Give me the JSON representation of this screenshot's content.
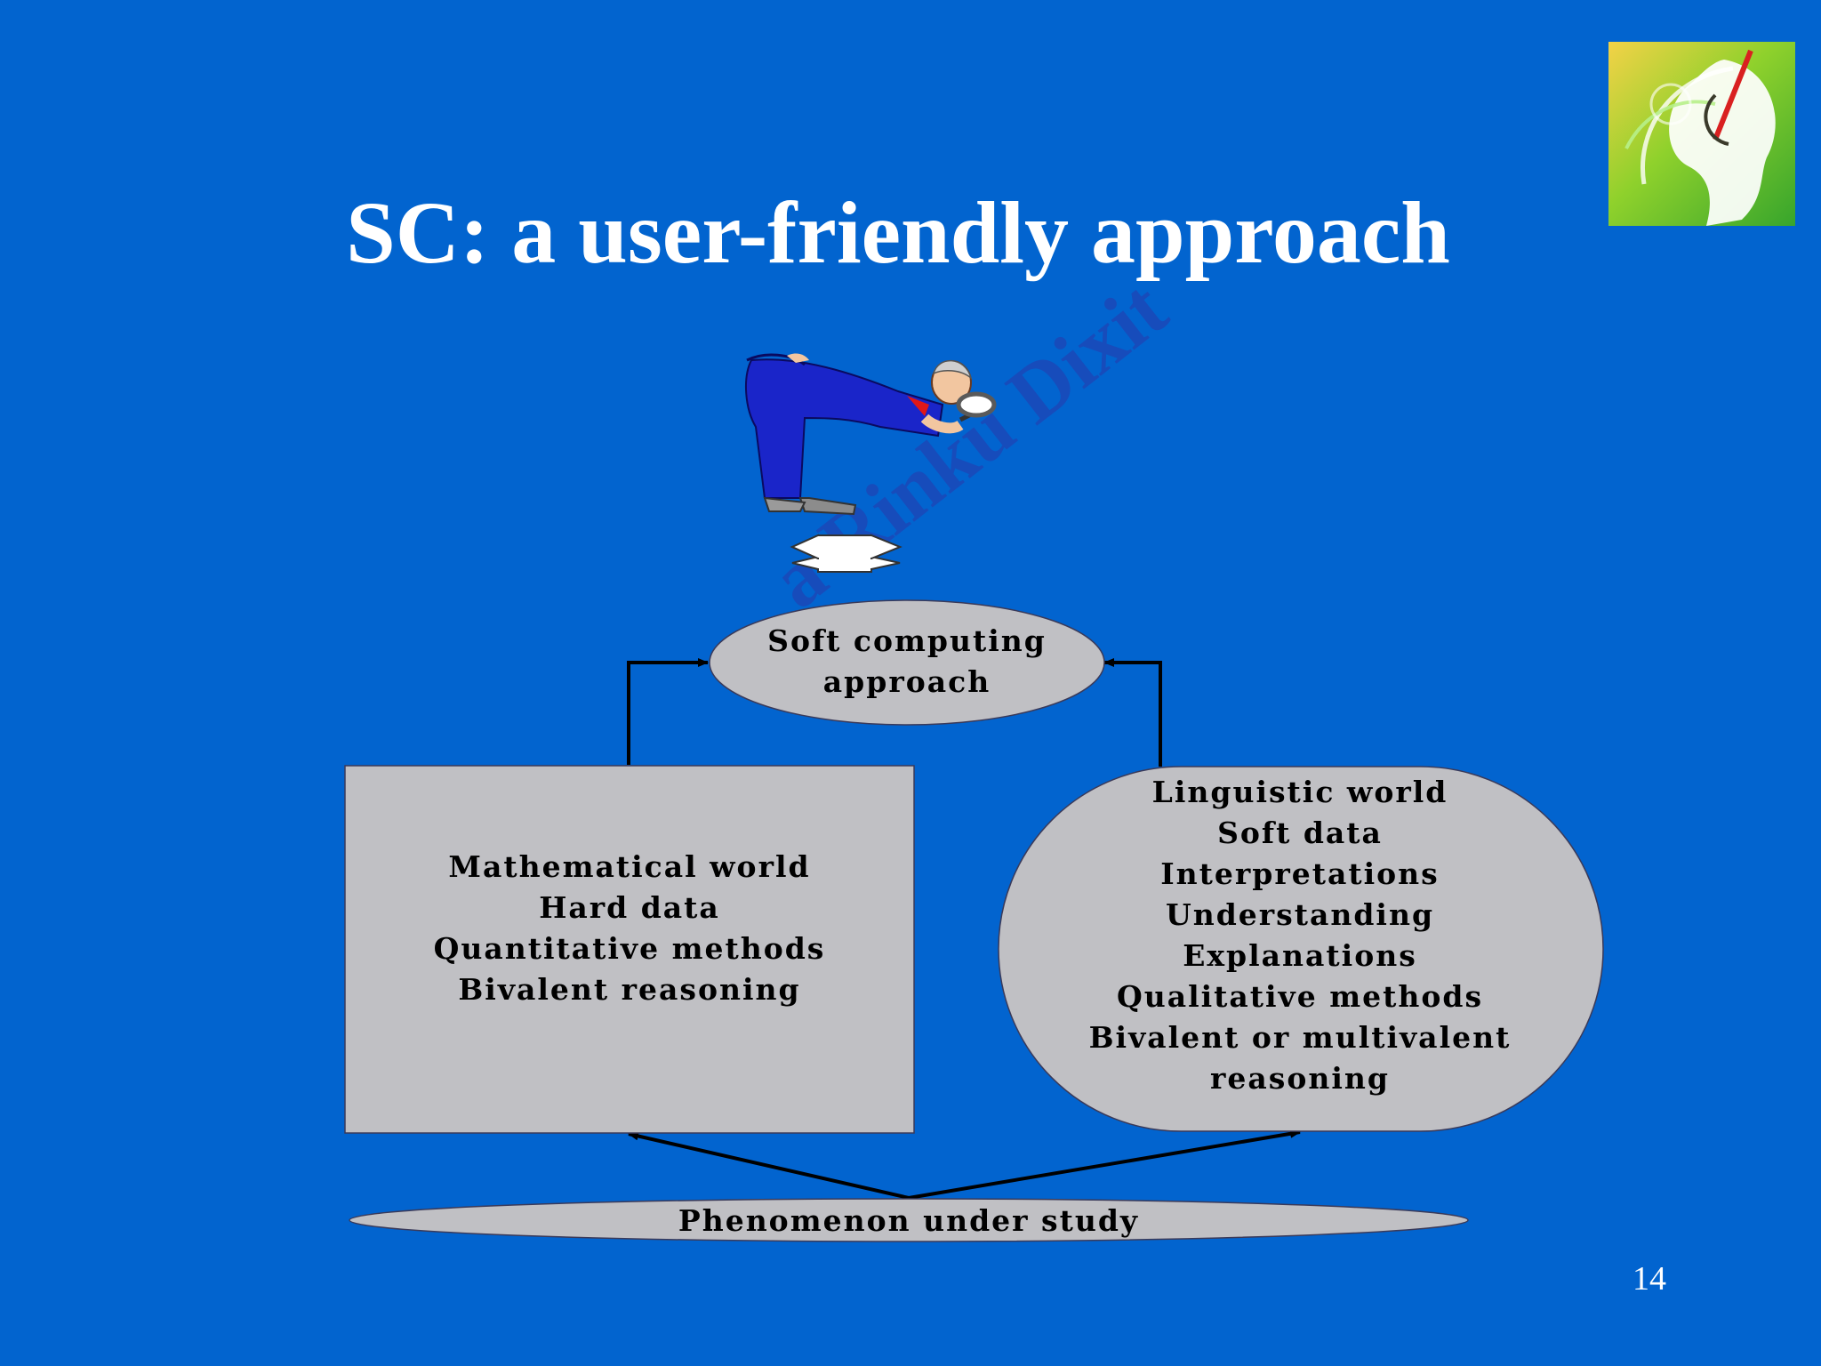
{
  "slide": {
    "title": "SC: a user-friendly approach",
    "number": "14",
    "watermark": "a Rinku Dixit",
    "background_color": "#0264cf"
  },
  "diagram": {
    "soft_computing": [
      "Soft computing",
      "approach"
    ],
    "mathematical_world": [
      "Mathematical world",
      "Hard data",
      "Quantitative methods",
      "Bivalent reasoning"
    ],
    "linguistic_world": [
      "Linguistic world",
      "Soft data",
      "Interpretations",
      "Understanding",
      "Explanations",
      "Qualitative methods",
      "Bivalent or multivalent",
      "reasoning"
    ],
    "phenomenon": "Phenomenon under study",
    "shape_fill": "#c0c0c4"
  },
  "icons": {
    "logo": "brain-swirl-logo-icon",
    "person": "man-with-magnifying-glass-icon",
    "double_arrow": "double-arrow-icon"
  }
}
